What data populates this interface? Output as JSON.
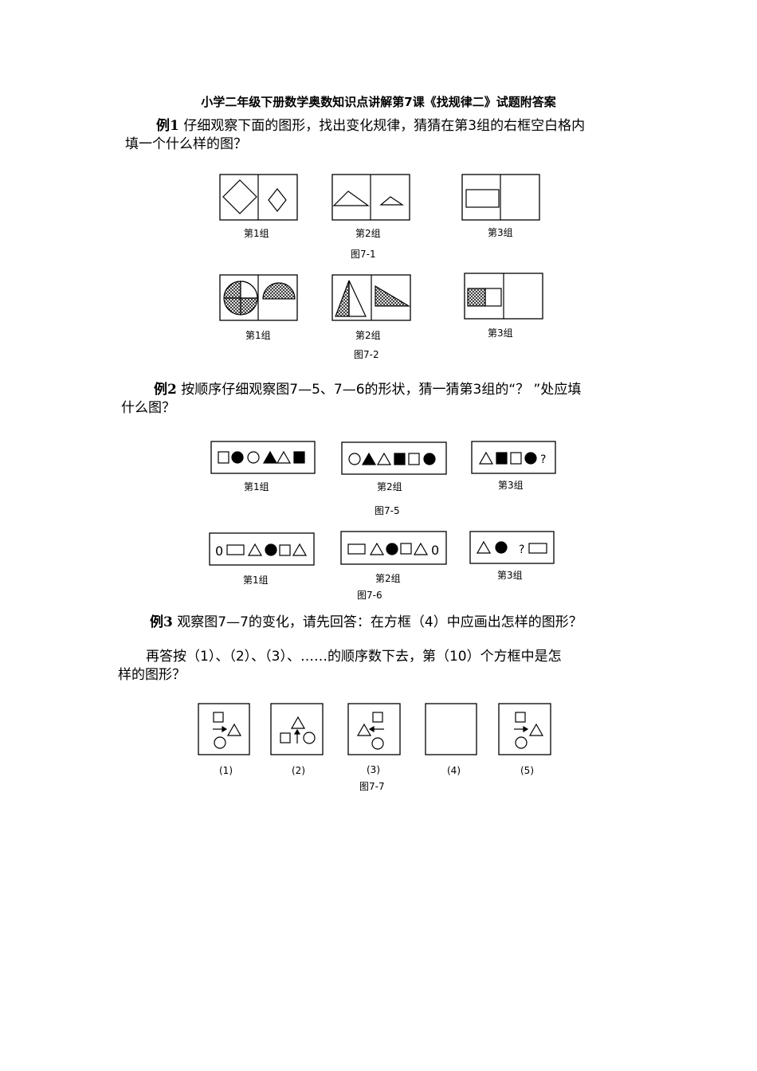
{
  "title": "小学二年级下册数学奥数知识点讲解第7课《找规律二》试题附答案",
  "ex1": {
    "label": "例1",
    "line1": "仔细观察下面的图形，找出变化规律，猜猜在第3组的右框空白格内",
    "line2": "填一个什么样的图？",
    "fig1_caption": "图7-1",
    "fig2_caption": "图7-2",
    "groups": [
      "第1组",
      "第2组",
      "第3组"
    ]
  },
  "ex2": {
    "label": "例2",
    "line1": "按顺序仔细观察图7—5、7—6的形状，猜一猜第3组的“？ ”处应填",
    "line2": "什么图？",
    "fig5_caption": "图7-5",
    "fig6_caption": "图7-6",
    "groups": [
      "第1组",
      "第2组",
      "第3组"
    ],
    "question_mark": "?",
    "zero": "0"
  },
  "ex3": {
    "label": "例3",
    "line1": "观察图7—7的变化，请先回答：在方框（4）中应画出怎样的图形？",
    "line2": "再答按（1）、（2）、（3）、……的顺序数下去，第（10）个方框中是怎",
    "line3": "样的图形？",
    "fig7_caption": "图7-7",
    "box_labels": [
      "(1)",
      "(2)",
      "(3)",
      "(4)",
      "(5)"
    ]
  }
}
